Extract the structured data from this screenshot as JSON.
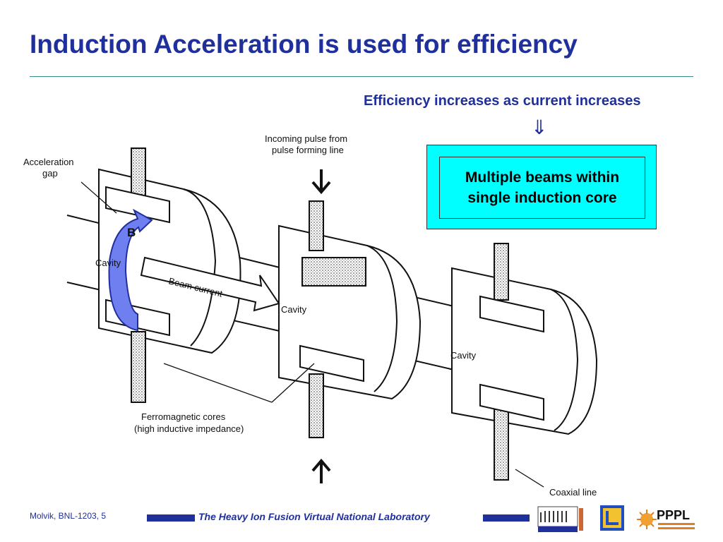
{
  "title": "Induction Acceleration is used for efficiency",
  "subtitle": "Efficiency increases as current increases",
  "arrow_glyph": "⇓",
  "callout": {
    "line1": "Multiple beams within",
    "line2": "single induction core"
  },
  "diagram": {
    "label_accel_gap_1": "Acceleration",
    "label_accel_gap_2": "gap",
    "label_incoming_1": "Incoming pulse from",
    "label_incoming_2": "pulse forming line",
    "label_cavity_left": "Cavity",
    "label_cavity_mid": "Cavity",
    "label_cavity_right": "Cavity",
    "label_beam_current": "Beam current",
    "label_b_field": "B",
    "label_ferro_1": "Ferromagnetic cores",
    "label_ferro_2": "(high inductive impedance)",
    "label_coaxial": "Coaxial line"
  },
  "footer": {
    "author": "Molvik,  BNL-1203, 5",
    "lab_name": "The Heavy Ion Fusion Virtual National Laboratory",
    "pppl_text": "PPPL"
  },
  "colors": {
    "title": "#1f2f9c",
    "callout_bg": "#00ffff",
    "b_arrow": "#6f7ff0"
  }
}
